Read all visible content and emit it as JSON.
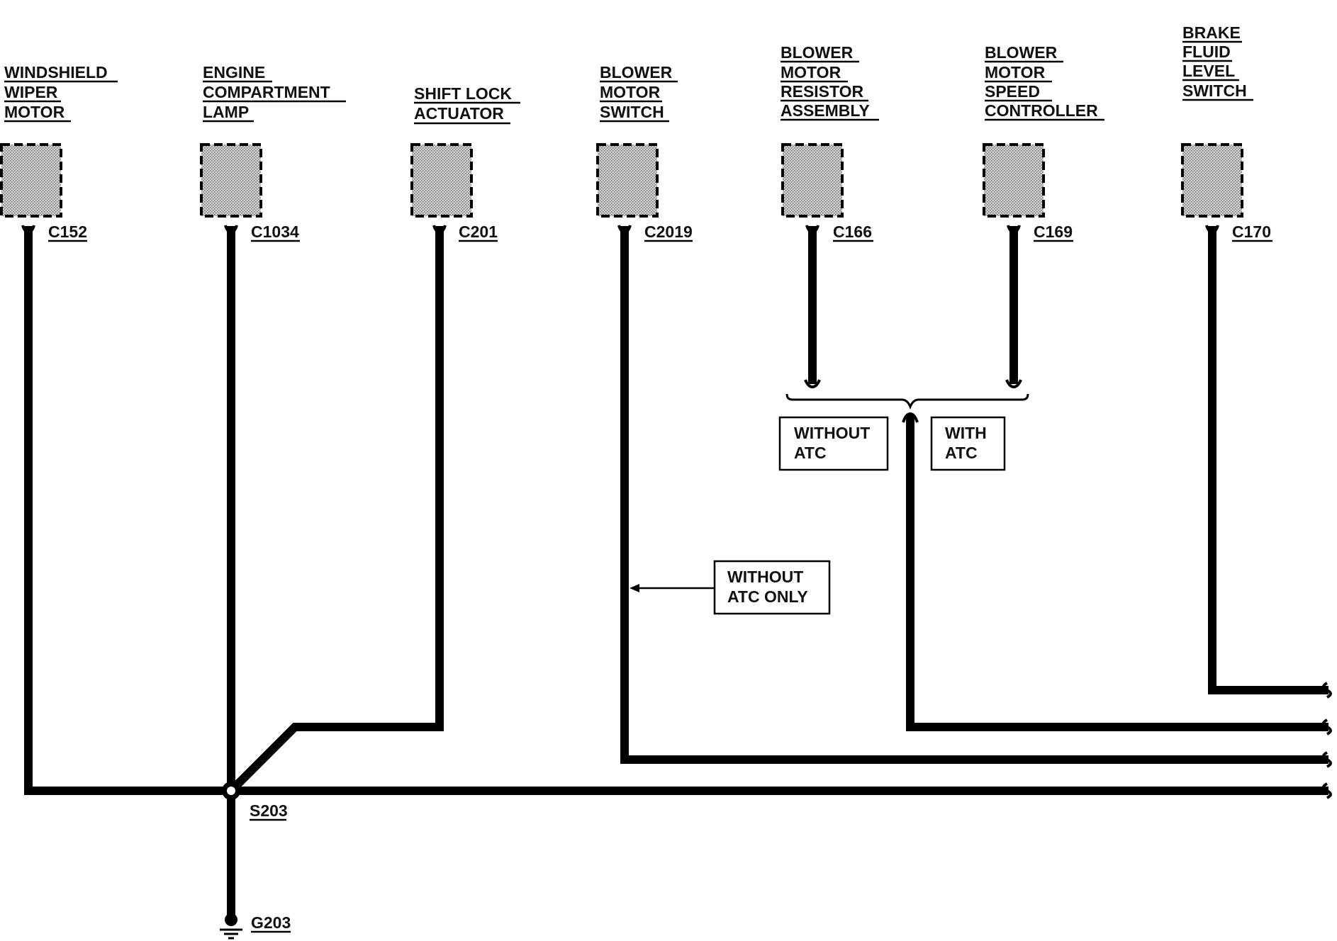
{
  "components": [
    {
      "lines": [
        "WINDSHIELD",
        "WIPER",
        "MOTOR"
      ],
      "connector": "C152"
    },
    {
      "lines": [
        "ENGINE",
        "COMPARTMENT",
        "LAMP"
      ],
      "connector": "C1034"
    },
    {
      "lines": [
        "SHIFT LOCK",
        "ACTUATOR"
      ],
      "connector": "C201"
    },
    {
      "lines": [
        "BLOWER",
        "MOTOR",
        "SWITCH"
      ],
      "connector": "C2019"
    },
    {
      "lines": [
        "BLOWER",
        "MOTOR",
        "RESISTOR",
        "ASSEMBLY"
      ],
      "connector": "C166"
    },
    {
      "lines": [
        "BLOWER",
        "MOTOR",
        "SPEED",
        "CONTROLLER"
      ],
      "connector": "C169"
    },
    {
      "lines": [
        "BRAKE",
        "FLUID",
        "LEVEL",
        "SWITCH"
      ],
      "connector": "C170"
    }
  ],
  "notes": {
    "without_atc": [
      "WITHOUT",
      "ATC"
    ],
    "with_atc": [
      "WITH",
      "ATC"
    ],
    "without_atc_only": [
      "WITHOUT",
      "ATC ONLY"
    ]
  },
  "splice": "S203",
  "ground": "G203"
}
